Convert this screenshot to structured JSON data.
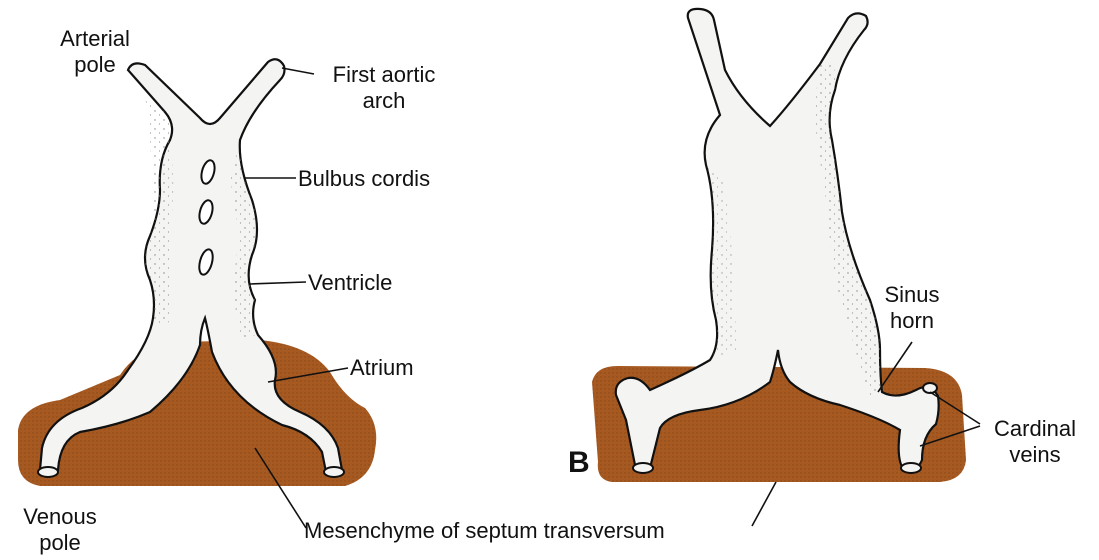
{
  "colors": {
    "mesenchyme": "#a65a22",
    "tube_fill": "#f4f4f2",
    "outline": "#111111"
  },
  "panel_b": {
    "letter": "B"
  },
  "labels": {
    "arterial_pole": [
      "Arterial",
      "pole"
    ],
    "first_aortic_arch": [
      "First aortic",
      "arch"
    ],
    "bulbus_cordis": "Bulbus cordis",
    "ventricle": "Ventricle",
    "atrium": "Atrium",
    "venous_pole": [
      "Venous",
      "pole"
    ],
    "mesenchyme": "Mesenchyme of septum transversum",
    "sinus_horn": [
      "Sinus",
      "horn"
    ],
    "cardinal_veins": [
      "Cardinal",
      "veins"
    ]
  }
}
